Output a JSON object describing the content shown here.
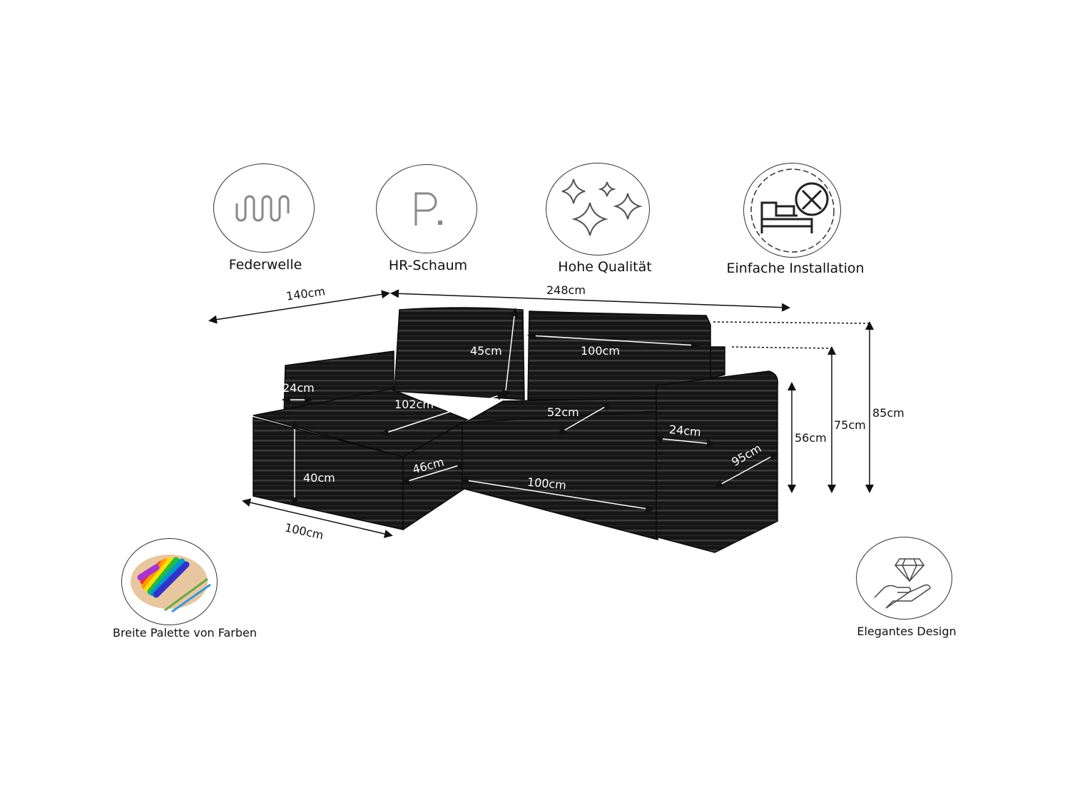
{
  "features": [
    {
      "label": "Federwelle",
      "icon": "spring-wave-icon"
    },
    {
      "label": "HR-Schaum",
      "icon": "foam-p-icon"
    },
    {
      "label": "Hohe Qualität",
      "icon": "sparkles-icon"
    },
    {
      "label": "Einfache Installation",
      "icon": "bed-tools-icon"
    },
    {
      "label": "Breite Palette von Farben",
      "icon": "color-palette-icon"
    },
    {
      "label": "Elegantes Design",
      "icon": "diamond-hand-icon"
    }
  ],
  "dimensions": {
    "depth_total": "140cm",
    "width_total": "248cm",
    "back_height": "45cm",
    "back_width": "100cm",
    "arm_left_width": "24cm",
    "chaise_length": "102cm",
    "seat_depth": "52cm",
    "arm_right_width": "24cm",
    "seat_height_chaise": "40cm",
    "chaise_side": "46cm",
    "seat_front_width": "100cm",
    "arm_depth": "95cm",
    "seat_height": "56cm",
    "height_mid": "75cm",
    "height_total": "85cm",
    "chaise_width": "100cm"
  },
  "colors": {
    "sofa": "#161616",
    "stripe": "#3a3a3a"
  }
}
